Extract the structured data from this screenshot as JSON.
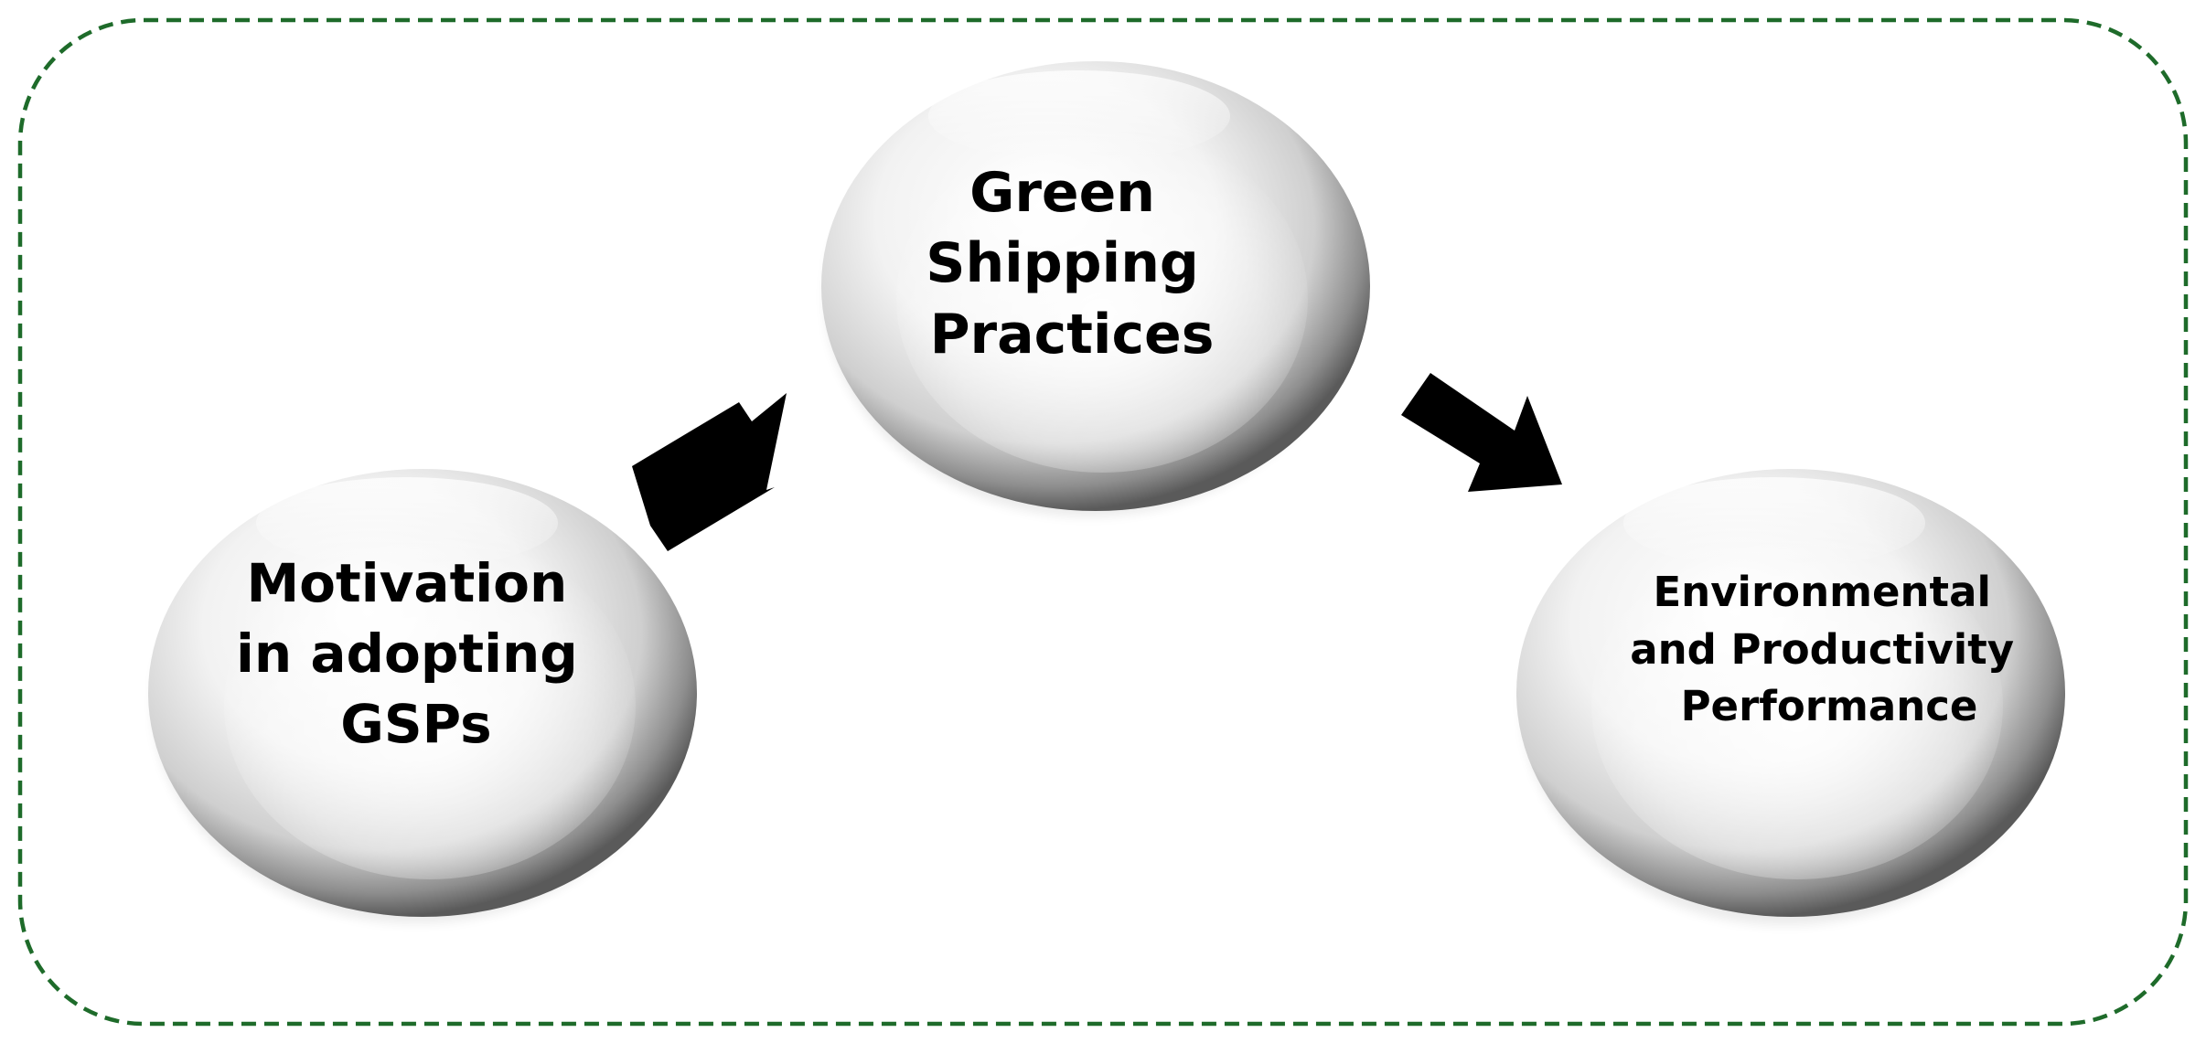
{
  "colors": {
    "frame_border": "#1e6b2a",
    "arrow_fill": "#000000",
    "text": "#000000"
  },
  "nodes": [
    {
      "id": "motivation",
      "lines": [
        "Motivation",
        "in adopting",
        "GSPs"
      ]
    },
    {
      "id": "green-shipping",
      "lines": [
        "Green",
        "Shipping",
        "Practices"
      ]
    },
    {
      "id": "performance",
      "lines": [
        "Environmental",
        "and Productivity",
        "Performance"
      ]
    }
  ],
  "edges": [
    {
      "from": "motivation",
      "to": "green-shipping"
    },
    {
      "from": "green-shipping",
      "to": "performance"
    }
  ]
}
